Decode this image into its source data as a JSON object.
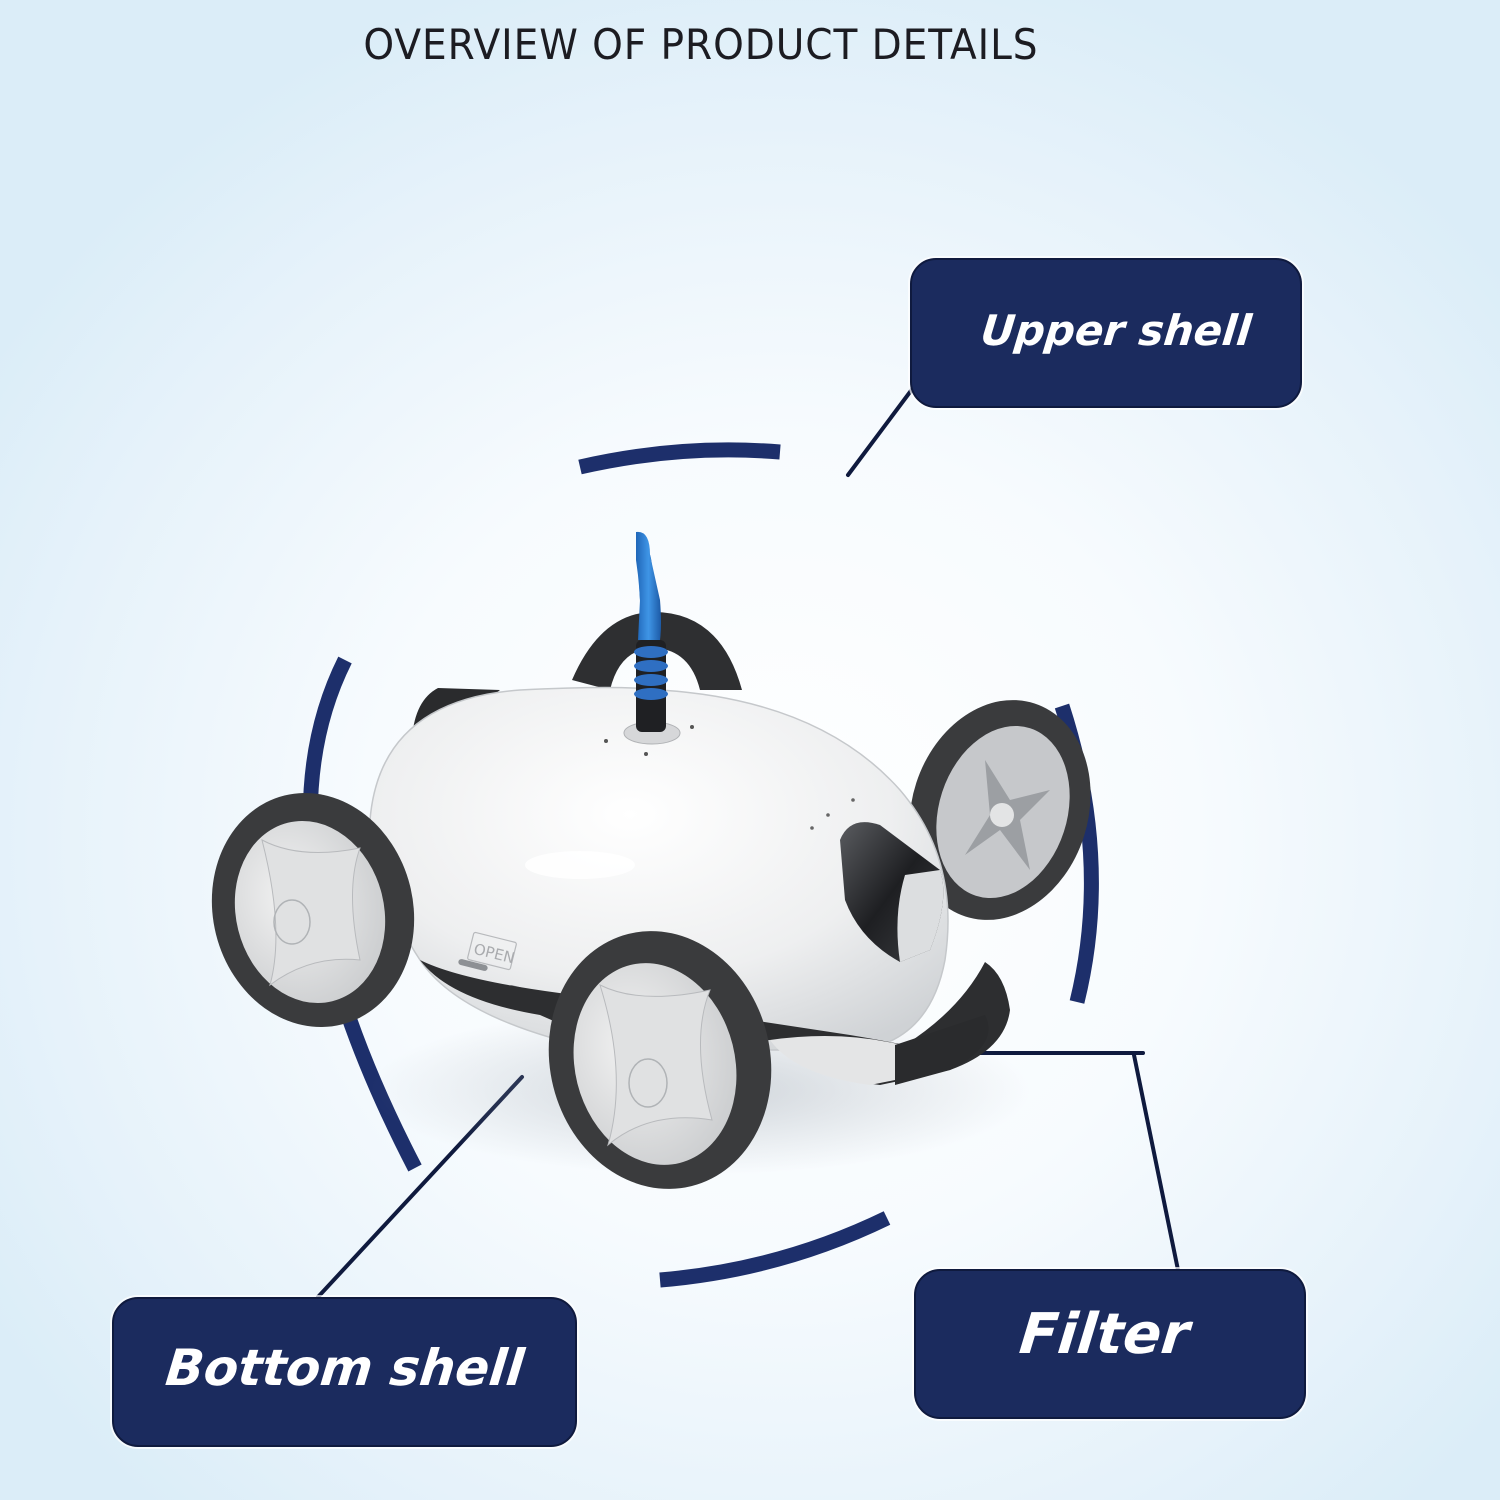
{
  "page": {
    "title": "OVERVIEW OF PRODUCT DETAILS"
  },
  "callouts": {
    "upper_shell": "Upper shell",
    "bottom_shell": "Bottom shell",
    "filter": "Filter"
  },
  "product": {
    "name": "pool-cleaning-robot",
    "body_marking": "OPEN"
  },
  "colors": {
    "navy": "#1b2b5e",
    "arc": "#1d2f6b",
    "line": "#0f1a3e",
    "hose_blue": "#2a7fd4",
    "tire": "#3a3b3d",
    "shell": "#f1f2f3",
    "background_edge": "#dbedf8"
  }
}
